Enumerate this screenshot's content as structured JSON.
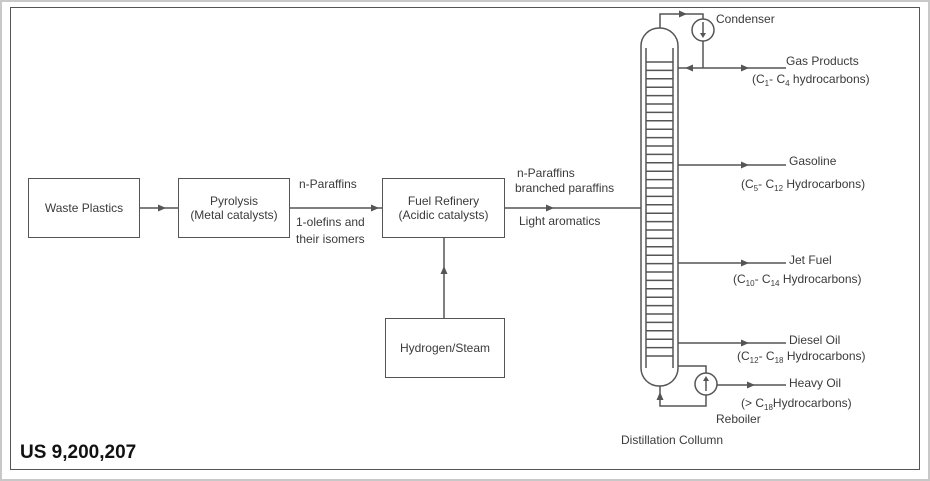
{
  "document": {
    "patent_number": "US 9,200,207"
  },
  "process": {
    "waste_plastics": {
      "label": "Waste Plastics"
    },
    "pyrolysis": {
      "title": "Pyrolysis",
      "subtitle": "(Metal catalysts)"
    },
    "fuel_refinery": {
      "title": "Fuel Refinery",
      "subtitle": "(Acidic catalysts)"
    },
    "hydrogen_steam": {
      "label": "Hydrogen/Steam"
    }
  },
  "streams": {
    "pyrolysis_out": {
      "line1": "n-Paraffins",
      "line2": "1-olefins and",
      "line3": "their isomers"
    },
    "refinery_out": {
      "line1": "n-Paraffins",
      "line2": "branched paraffins",
      "line3": "Light aromatics"
    }
  },
  "column": {
    "name": "Distillation Collumn",
    "condenser": "Condenser",
    "reboiler": "Reboiler",
    "products": [
      {
        "name": "Gas Products",
        "range": [
          "(C",
          "1",
          "- C",
          "4",
          " hydrocarbons)"
        ]
      },
      {
        "name": "Gasoline",
        "range": [
          "(C",
          "5",
          "- C",
          "12",
          " Hydrocarbons)"
        ]
      },
      {
        "name": "Jet Fuel",
        "range": [
          "(C",
          "10",
          "- C",
          "14",
          " Hydrocarbons)"
        ]
      },
      {
        "name": "Diesel Oil",
        "range": [
          "(C",
          "12",
          "- C",
          "18",
          " Hydrocarbons)"
        ]
      },
      {
        "name": "Heavy Oil",
        "range": [
          "(> C",
          "18",
          "Hydrocarbons)"
        ]
      }
    ]
  },
  "colors": {
    "line": "#555555",
    "text": "#3a3a3a",
    "frame": "#c8c8c8",
    "ink": "#111111"
  }
}
